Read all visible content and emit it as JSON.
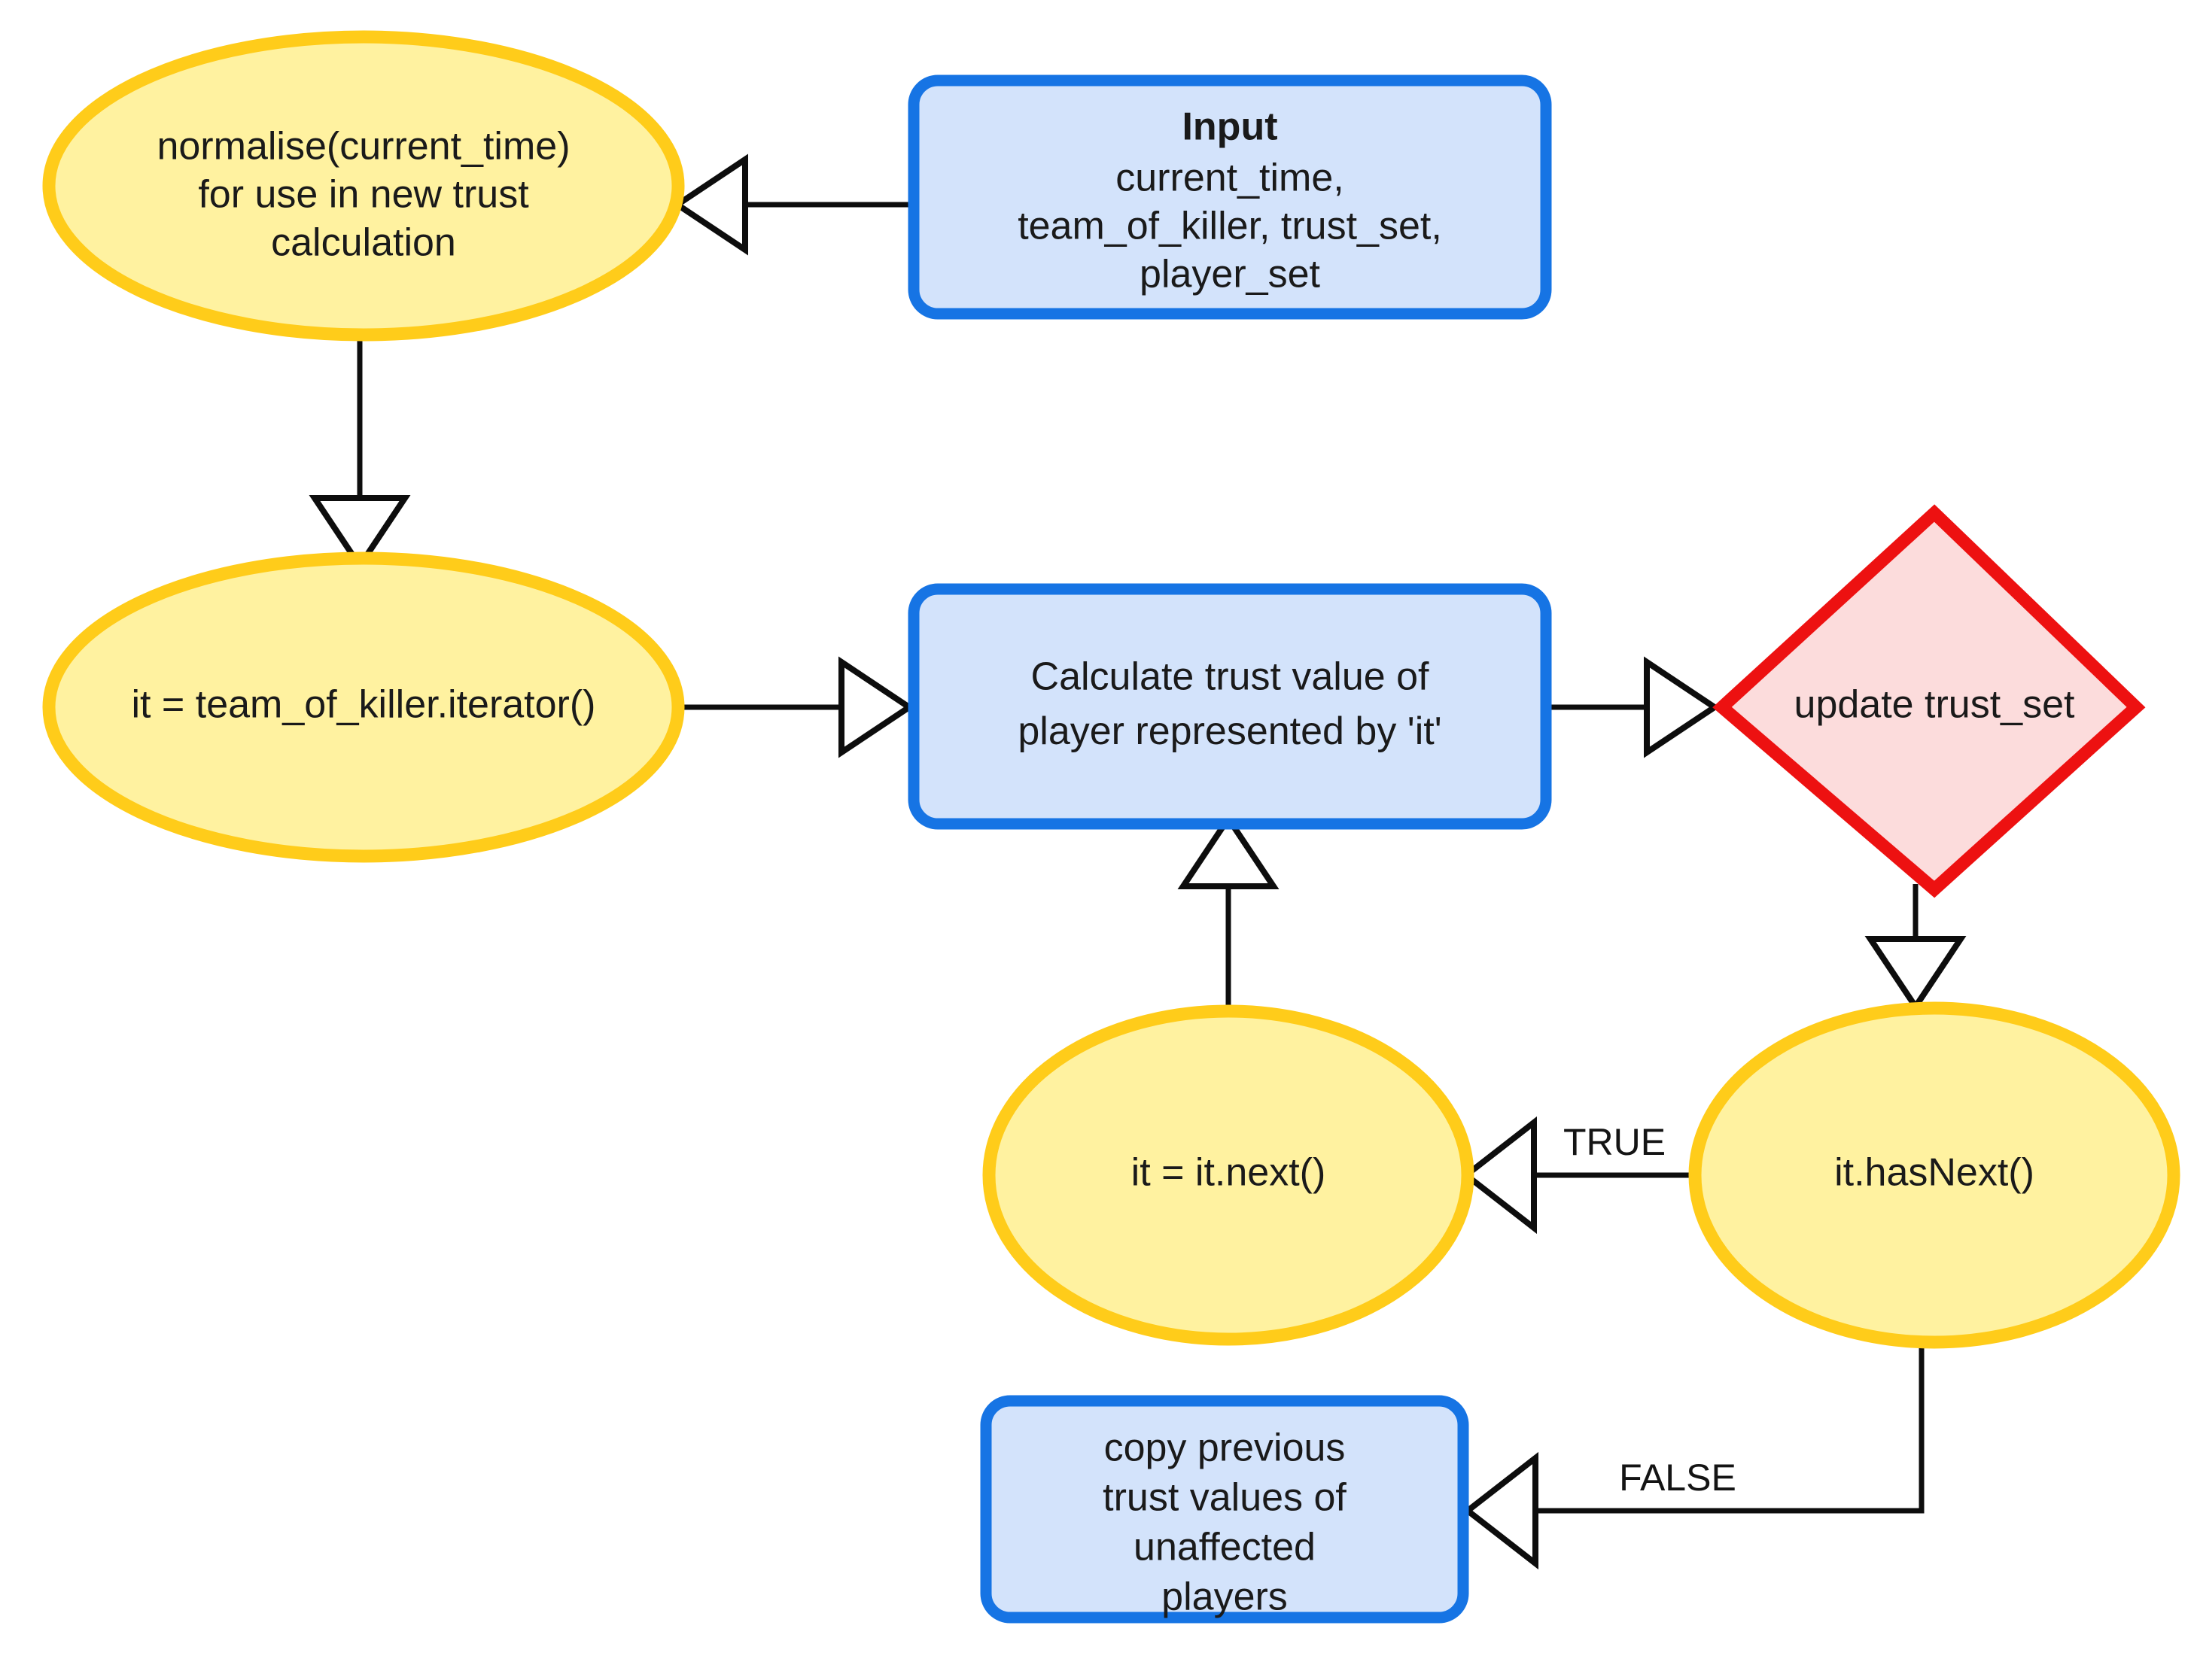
{
  "diagram": {
    "title": "Trust calculation flowchart",
    "background_color": "#ffffff",
    "colors": {
      "ellipse_fill": "#FFF2A0",
      "ellipse_stroke": "#FFCC1A",
      "box_fill": "#D3E3FB",
      "box_stroke": "#1674E4",
      "diamond_fill": "#FCDCDC",
      "diamond_stroke": "#ED1111",
      "edge_stroke": "#0D0D0D",
      "text": "#1A1A1A"
    },
    "nodes": {
      "normalise": {
        "shape": "ellipse",
        "lines": [
          "normalise(current_time)",
          "for use in new trust",
          "calculation"
        ]
      },
      "input": {
        "shape": "rounded-rect",
        "title": "Input",
        "lines": [
          "current_time,",
          "team_of_killer, trust_set,",
          "player_set"
        ]
      },
      "iterator": {
        "shape": "ellipse",
        "lines": [
          "it = team_of_killer.iterator()"
        ]
      },
      "calculate": {
        "shape": "rounded-rect",
        "lines": [
          "Calculate trust value of",
          "player represented by "
        ],
        "emphasis": "'it'"
      },
      "update_trust_set": {
        "shape": "diamond",
        "lines": [
          "update trust_set"
        ]
      },
      "it_next": {
        "shape": "ellipse",
        "lines": [
          "it = it.next()"
        ]
      },
      "it_has_next": {
        "shape": "ellipse",
        "lines": [
          "it.hasNext()"
        ]
      },
      "copy_previous": {
        "shape": "rounded-rect",
        "lines": [
          "copy previous",
          "trust values of",
          "unaffected",
          "players"
        ]
      }
    },
    "edges": [
      {
        "id": "input-to-normalise",
        "from": "input",
        "to": "normalise",
        "label": ""
      },
      {
        "id": "normalise-to-iterator",
        "from": "normalise",
        "to": "iterator",
        "label": ""
      },
      {
        "id": "iterator-to-calculate",
        "from": "iterator",
        "to": "calculate",
        "label": ""
      },
      {
        "id": "calculate-to-update",
        "from": "calculate",
        "to": "update_trust_set",
        "label": ""
      },
      {
        "id": "update-to-hasnext",
        "from": "update_trust_set",
        "to": "it_has_next",
        "label": ""
      },
      {
        "id": "hasnext-to-itnext",
        "from": "it_has_next",
        "to": "it_next",
        "label": "TRUE"
      },
      {
        "id": "itnext-to-calculate",
        "from": "it_next",
        "to": "calculate",
        "label": ""
      },
      {
        "id": "hasnext-to-copy",
        "from": "it_has_next",
        "to": "copy_previous",
        "label": "FALSE"
      }
    ]
  }
}
